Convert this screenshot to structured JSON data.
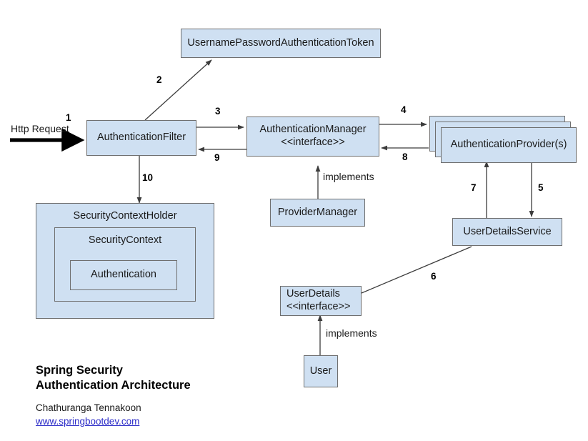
{
  "diagram": {
    "title_lines": "Spring Security\nAuthentication Architecture",
    "author": "Chathuranga Tennakoon",
    "link": "www.springbootdev.com",
    "colors": {
      "node_fill": "#cfe0f2",
      "node_border": "#6f6f6f",
      "link": "#2b2bc8",
      "background": "#ffffff",
      "stroke": "#3c3c3c"
    },
    "nodes": {
      "token": "UsernamePasswordAuthenticationToken",
      "auth_filter": "AuthenticationFilter",
      "auth_manager": "AuthenticationManager\n<<interface>>",
      "auth_provider": "AuthenticationProvider(s)",
      "provider_manager": "ProviderManager",
      "user_details_service": "UserDetailsService",
      "user_details": "UserDetails\n<<interface>>",
      "user": "User",
      "security_context_holder": "SecurityContextHolder",
      "security_context": "SecurityContext",
      "authentication": "Authentication"
    },
    "edge_labels": {
      "n1": "1",
      "n2": "2",
      "n3": "3",
      "n4": "4",
      "n5": "5",
      "n6": "6",
      "n7": "7",
      "n8": "8",
      "n9": "9",
      "n10": "10"
    },
    "annotations": {
      "http_request": "Http Request",
      "implements_manager": "implements",
      "implements_user": "implements"
    }
  }
}
